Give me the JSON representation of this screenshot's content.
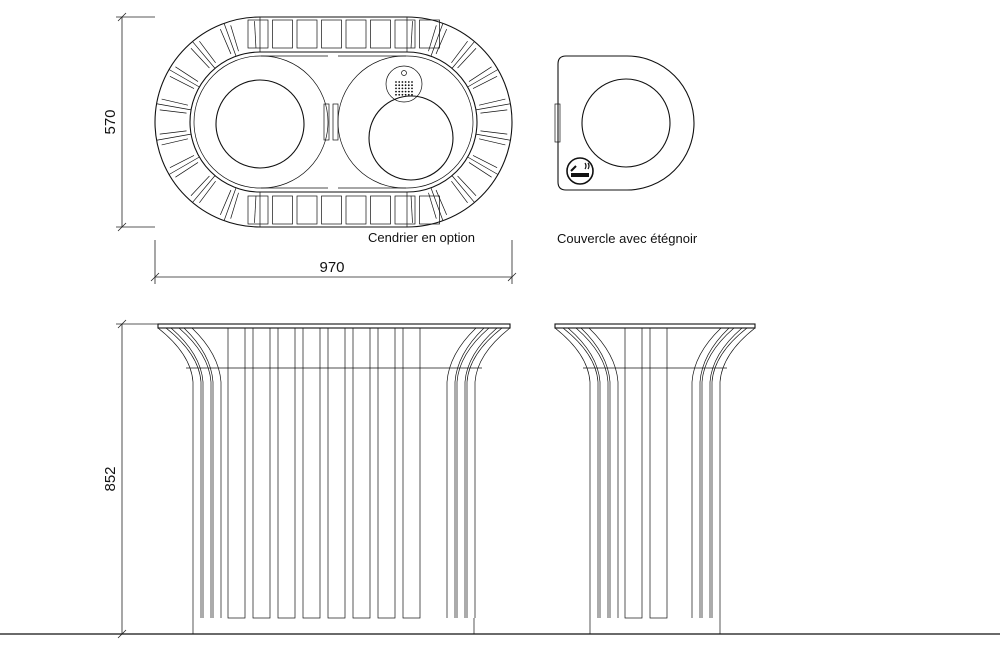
{
  "dimensions": {
    "top_height": "570",
    "top_width": "970",
    "side_height": "852"
  },
  "captions": {
    "ashtray": "Cendrier en option",
    "lid": "Couvercle avec étégnoir"
  },
  "icons": {
    "ashtray_grid": "ashtray-grid-icon",
    "extinguisher": "no-smoking-icon"
  }
}
